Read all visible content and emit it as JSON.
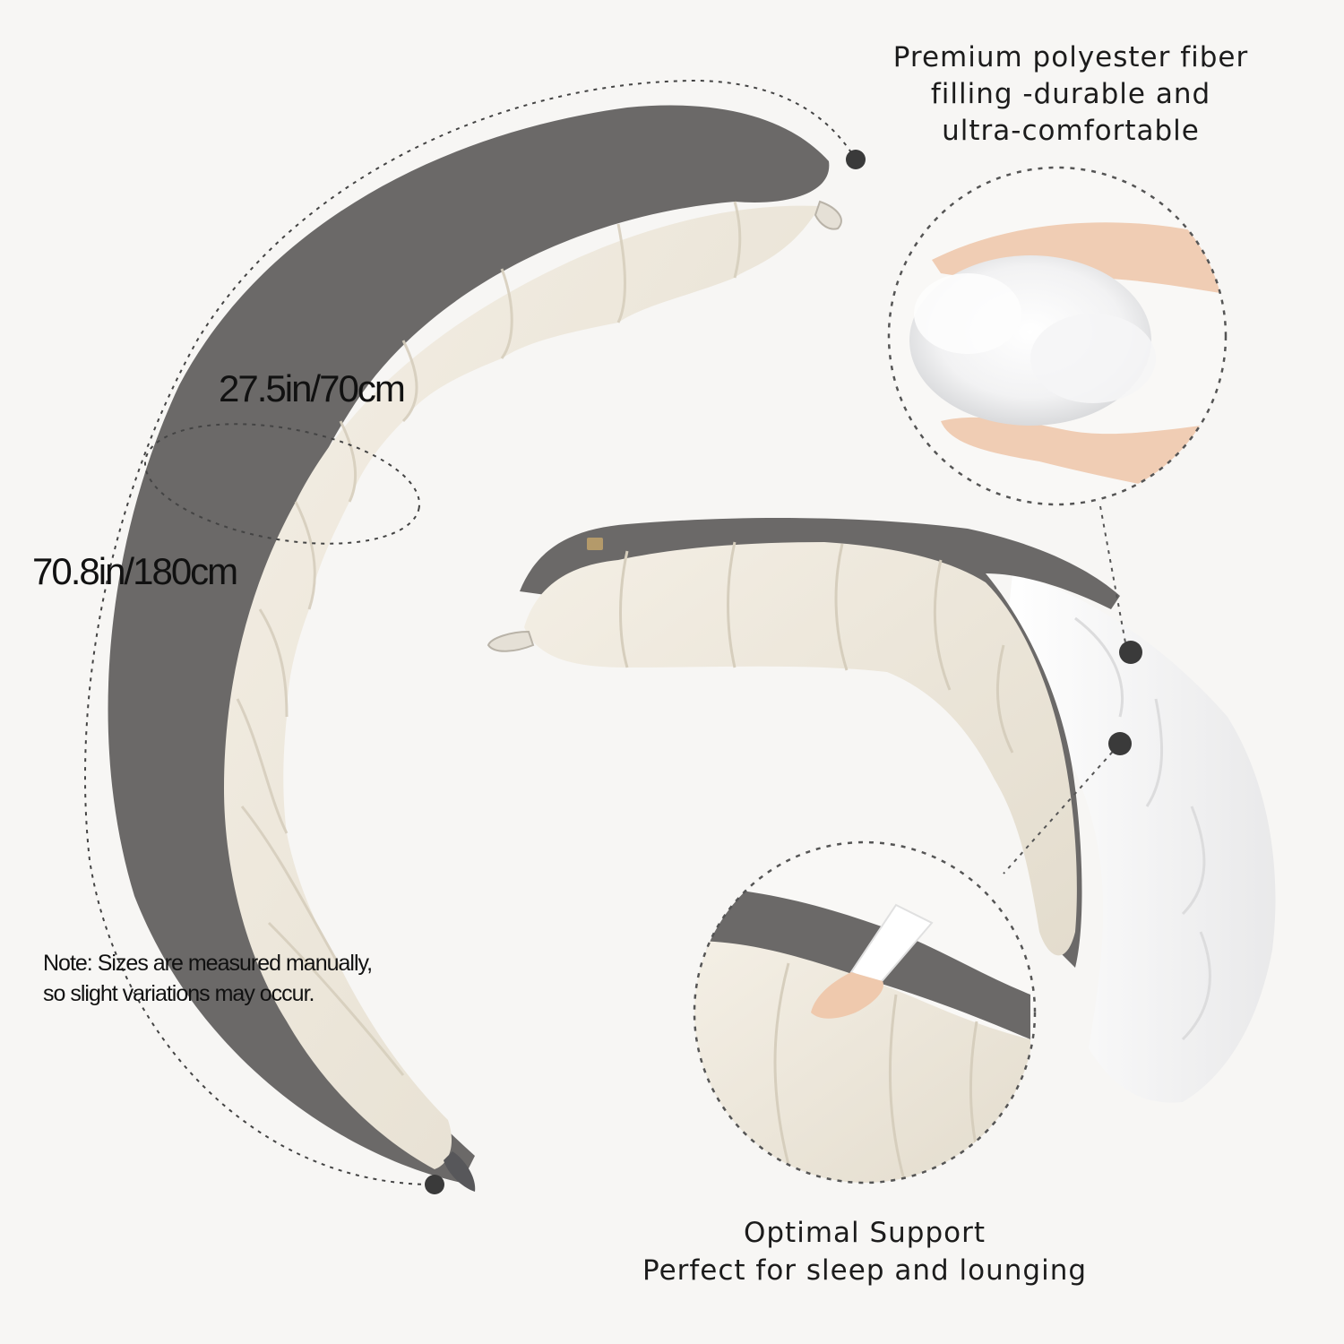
{
  "dimensions": {
    "circumference_label": "27.5in/70cm",
    "length_label": "70.8in/180cm"
  },
  "callouts": {
    "filling": "Premium polyester fiber\nfilling -durable and\nultra-comfortable",
    "support_line1": "Optimal Support",
    "support_line2": "Perfect for sleep and lounging"
  },
  "note": {
    "line1": "Note: Sizes are measured manually,",
    "line2": "so slight variations may occur."
  },
  "colors": {
    "background": "#f7f6f4",
    "pillow_gray": "#6b6968",
    "pillow_cream": "#efe9dd",
    "inner_white": "#fbfbfb",
    "marker": "#3a3a3a"
  }
}
